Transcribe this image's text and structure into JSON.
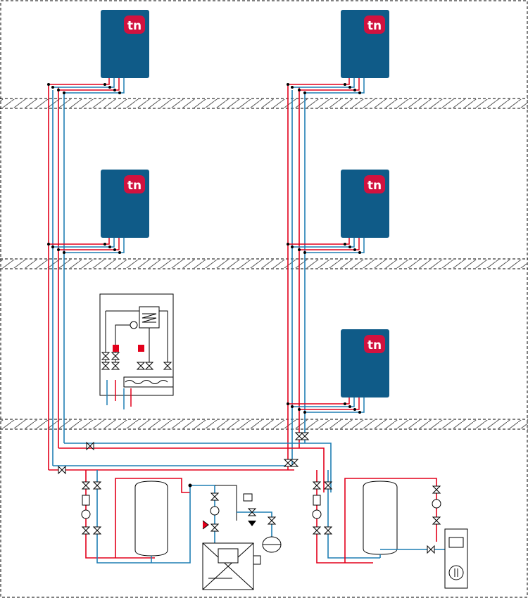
{
  "colors": {
    "flow": "#e3001b",
    "return": "#1f7fb4",
    "unit": "#0f5b88",
    "logo": "#d1123f",
    "line": "#000000",
    "hatch": "#555555"
  },
  "logo": {
    "text": "tn",
    "icon": "brand-logo-icon"
  },
  "heater_units": [
    {
      "id": "unit-top-left"
    },
    {
      "id": "unit-top-right"
    },
    {
      "id": "unit-mid-left"
    },
    {
      "id": "unit-mid-right"
    },
    {
      "id": "unit-lower-right"
    }
  ],
  "floors": 4,
  "ceilings": 3,
  "components": {
    "storage_tanks": 2,
    "pumps": 3,
    "heat_exchanger_cabinet": 1,
    "boiler": 1,
    "expansion_vessel": 1,
    "heat_source_cabinet": 1
  }
}
